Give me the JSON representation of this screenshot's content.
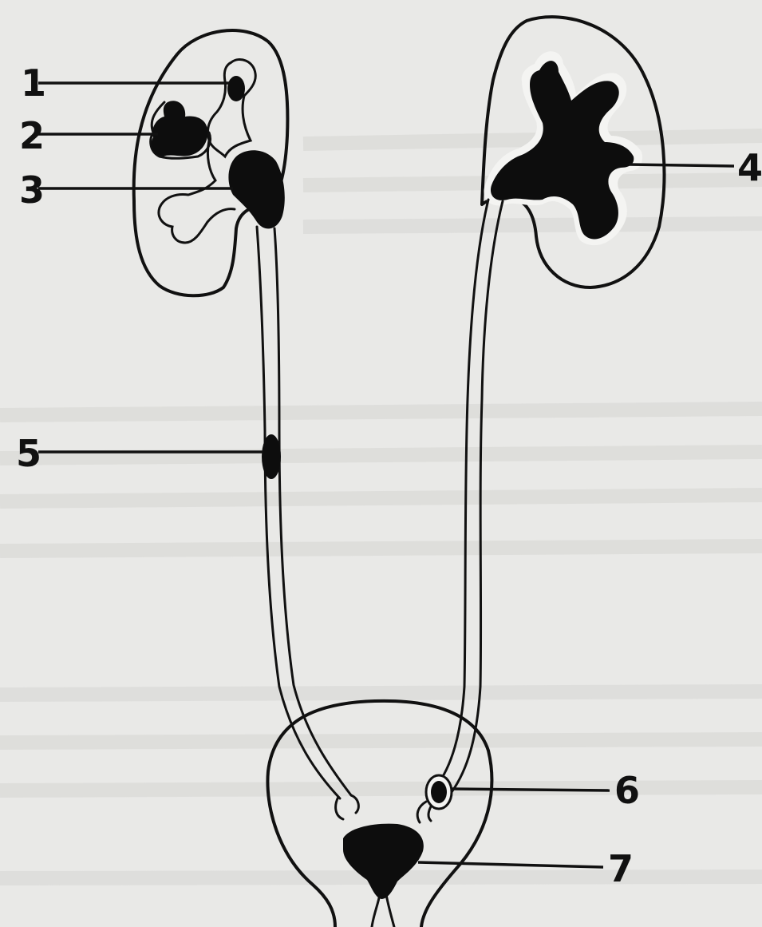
{
  "labels": {
    "l1": "1",
    "l2": "2",
    "l3": "3",
    "l4": "4",
    "l5": "5",
    "l6": "6",
    "l7": "7"
  },
  "colors": {
    "paper": "#e9e9e7",
    "ink": "#111111",
    "stone": "#0d0d0d"
  }
}
